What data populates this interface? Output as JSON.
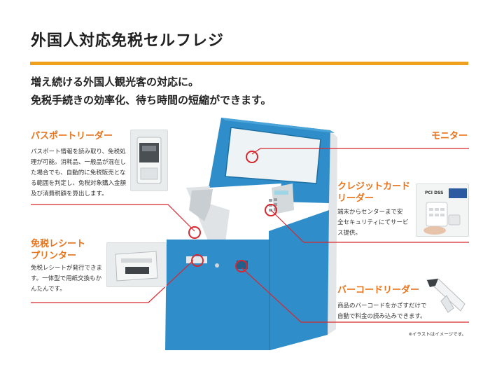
{
  "title": "外国人対応免税セルフレジ",
  "lead": [
    "増え続ける外国人観光客の対応に。",
    "免税手続きの効率化、待ち時間の短縮ができます。"
  ],
  "sections": {
    "passport": {
      "title": "パスポートリーダー",
      "lines": [
        "パスポート情報を読み取り、免税処",
        "理が可能。消耗品、一般品が混在し",
        "た場合でも、自動的に免税販売とな",
        "る範囲を判定し、免税対象購入金額",
        "及び消費税額を算出します。"
      ]
    },
    "printer": {
      "title_lines": [
        "免税レシート",
        "プリンター"
      ],
      "lines": [
        "免税レシートが発行できま",
        "す。一体型で用紙交換もか",
        "んたんです。"
      ]
    },
    "monitor": {
      "title": "モニター"
    },
    "card": {
      "title_lines": [
        "クレジットカード",
        "リーダー"
      ],
      "lines": [
        "端末からセンターまで安",
        "全セキュリティにてサービ",
        "ス提供。"
      ],
      "badge": "PCI DSS"
    },
    "barcode": {
      "title": "バーコードリーダー",
      "lines": [
        "商品のバーコードをかざすだけで",
        "自動で料金の読み込みできます。"
      ]
    }
  },
  "note": "※イラストはイメージです。",
  "colors": {
    "accent_orange": "#e8731a",
    "rule_orange": "#f0a01f",
    "leader_red": "#d7272f",
    "kiosk_blue": "#2f8ec9"
  }
}
